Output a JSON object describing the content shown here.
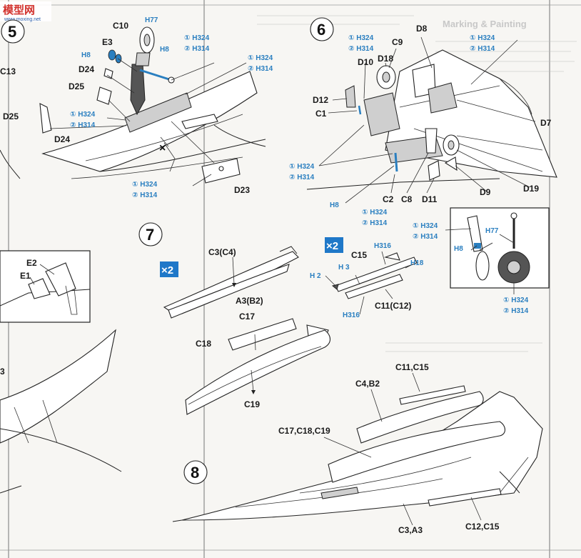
{
  "watermark": {
    "logo_text": "模型网",
    "url": "www.moxing.net"
  },
  "steps": [
    {
      "number": "5",
      "labels": [
        "C10",
        "E3",
        "D24",
        "D25",
        "D25",
        "D24",
        "C13"
      ],
      "paint": [
        {
          "tag": "H",
          "code": "77"
        },
        {
          "tag": "H",
          "code": "8"
        },
        {
          "tag": "H",
          "code": "8"
        },
        {
          "num": "①",
          "code": "324"
        },
        {
          "num": "②",
          "code": "314"
        },
        {
          "num": "①",
          "code": "324"
        },
        {
          "num": "②",
          "code": "314"
        },
        {
          "num": "①",
          "code": "324"
        },
        {
          "num": "②",
          "code": "314"
        },
        {
          "num": "①",
          "code": "324"
        },
        {
          "num": "②",
          "code": "314"
        }
      ],
      "part_after": "D23"
    },
    {
      "number": "6",
      "labels": [
        "D8",
        "C9",
        "D10",
        "D18",
        "D12",
        "C1",
        "D7",
        "D19",
        "D9",
        "C2",
        "C8",
        "D11"
      ],
      "paint": [
        {
          "num": "①",
          "code": "324"
        },
        {
          "num": "②",
          "code": "314"
        },
        {
          "num": "①",
          "code": "324"
        },
        {
          "num": "②",
          "code": "314"
        },
        {
          "num": "①",
          "code": "324"
        },
        {
          "num": "②",
          "code": "314"
        },
        {
          "tag": "H",
          "code": "8"
        },
        {
          "num": "①",
          "code": "324"
        },
        {
          "num": "②",
          "code": "314"
        }
      ]
    },
    {
      "number": "7",
      "labels": [
        "C3(C4)",
        "A3(B2)",
        "C17",
        "C18",
        "C19",
        "C15",
        "C11(C12)"
      ],
      "multiplier": "×2",
      "paint": [
        {
          "tag": "H",
          "code": "316"
        },
        {
          "tag": "H",
          "code": "3"
        },
        {
          "tag": "H",
          "code": "2"
        },
        {
          "tag": "H",
          "code": "18"
        },
        {
          "tag": "H",
          "code": "316"
        }
      ]
    },
    {
      "number": "8",
      "labels": [
        "C11,C15",
        "C4,B2",
        "C17,C18,C19",
        "C3,A3",
        "C12,C15"
      ]
    }
  ],
  "detail_box": {
    "paint": [
      {
        "num": "①",
        "code": "324"
      },
      {
        "num": "②",
        "code": "314"
      },
      {
        "tag": "H",
        "code": "77"
      },
      {
        "tag": "H",
        "code": "8"
      },
      {
        "num": "①",
        "code": "324"
      },
      {
        "num": "②",
        "code": "314"
      }
    ]
  },
  "cockpit_inset": {
    "labels": [
      "E2",
      "E1"
    ]
  },
  "left_fragment": {
    "label": "3"
  },
  "header_text": {
    "title": "Marking & Painting"
  }
}
